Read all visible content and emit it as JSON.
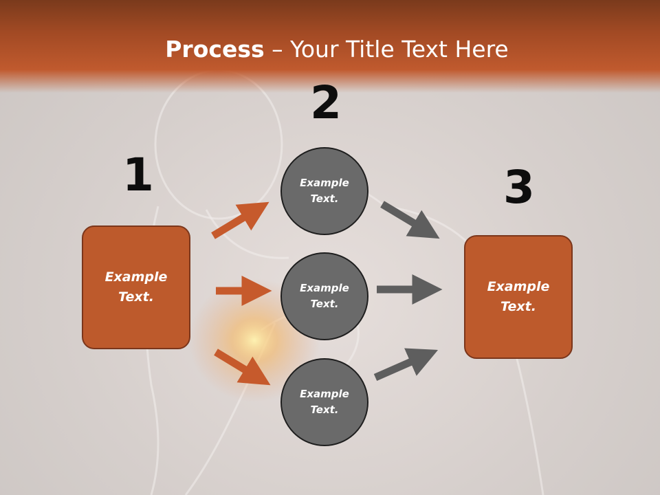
{
  "title": {
    "bold": "Process",
    "rest": " – Your Title Text Here"
  },
  "steps": [
    "1",
    "2",
    "3"
  ],
  "left_box": {
    "line1": "Example",
    "line2": "Text."
  },
  "right_box": {
    "line1": "Example",
    "line2": "Text."
  },
  "circles": [
    {
      "line1": "Example",
      "line2": "Text."
    },
    {
      "line1": "Example",
      "line2": "Text."
    },
    {
      "line1": "Example",
      "line2": "Text."
    }
  ],
  "colors": {
    "accent": "#bd5a2c",
    "circle": "#6a6a6a",
    "gray_arrow": "#5e5e5e",
    "orange_arrow": "#c65a2c"
  }
}
